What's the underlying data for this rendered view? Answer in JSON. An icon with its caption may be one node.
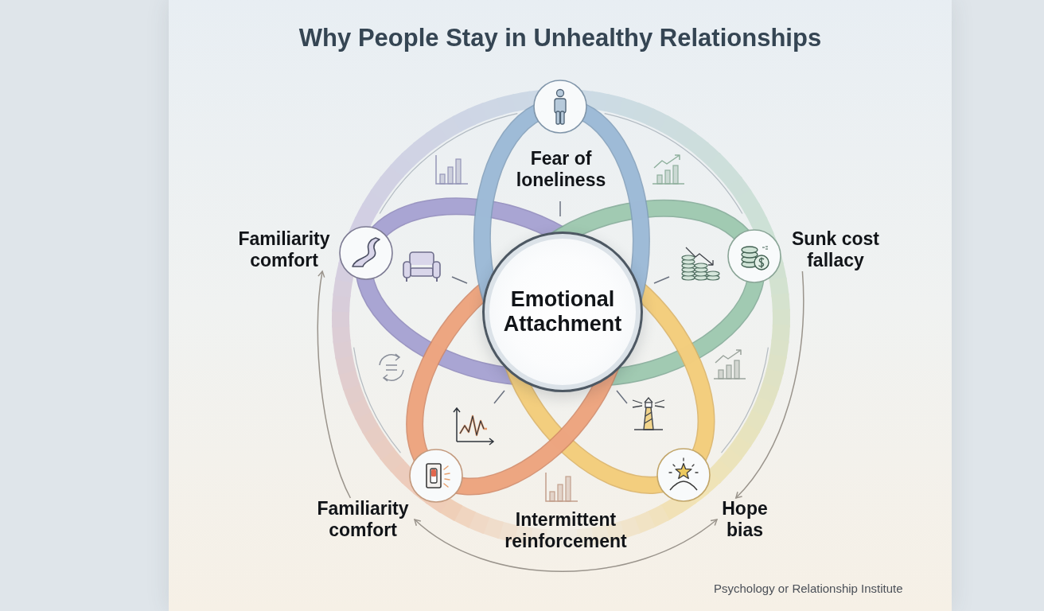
{
  "diagram": {
    "title": "Why People Stay in Unhealthy Relationships",
    "nodes": [
      {
        "text": [
          "Familiarity comfort"
        ]
      },
      {
        "text": [
          "Sunk cost fallacy"
        ]
      },
      {
        "text": [
          "Emotional Attachment"
        ]
      },
      {
        "text": [
          "Familiarity comfort"
        ]
      },
      {
        "text": [
          "Hope bias"
        ]
      }
    ],
    "edges": [
      {
        "from": 3,
        "to": 0,
        "arrow": "to"
      },
      {
        "from": 1,
        "to": 4,
        "arrow": "to"
      },
      {
        "from": 3,
        "to": 4,
        "arrow": "both"
      }
    ],
    "labels": [
      "Fear of loneliness",
      "Intermittent reinforcement",
      "Psychology or Relationship Institute"
    ]
  }
}
